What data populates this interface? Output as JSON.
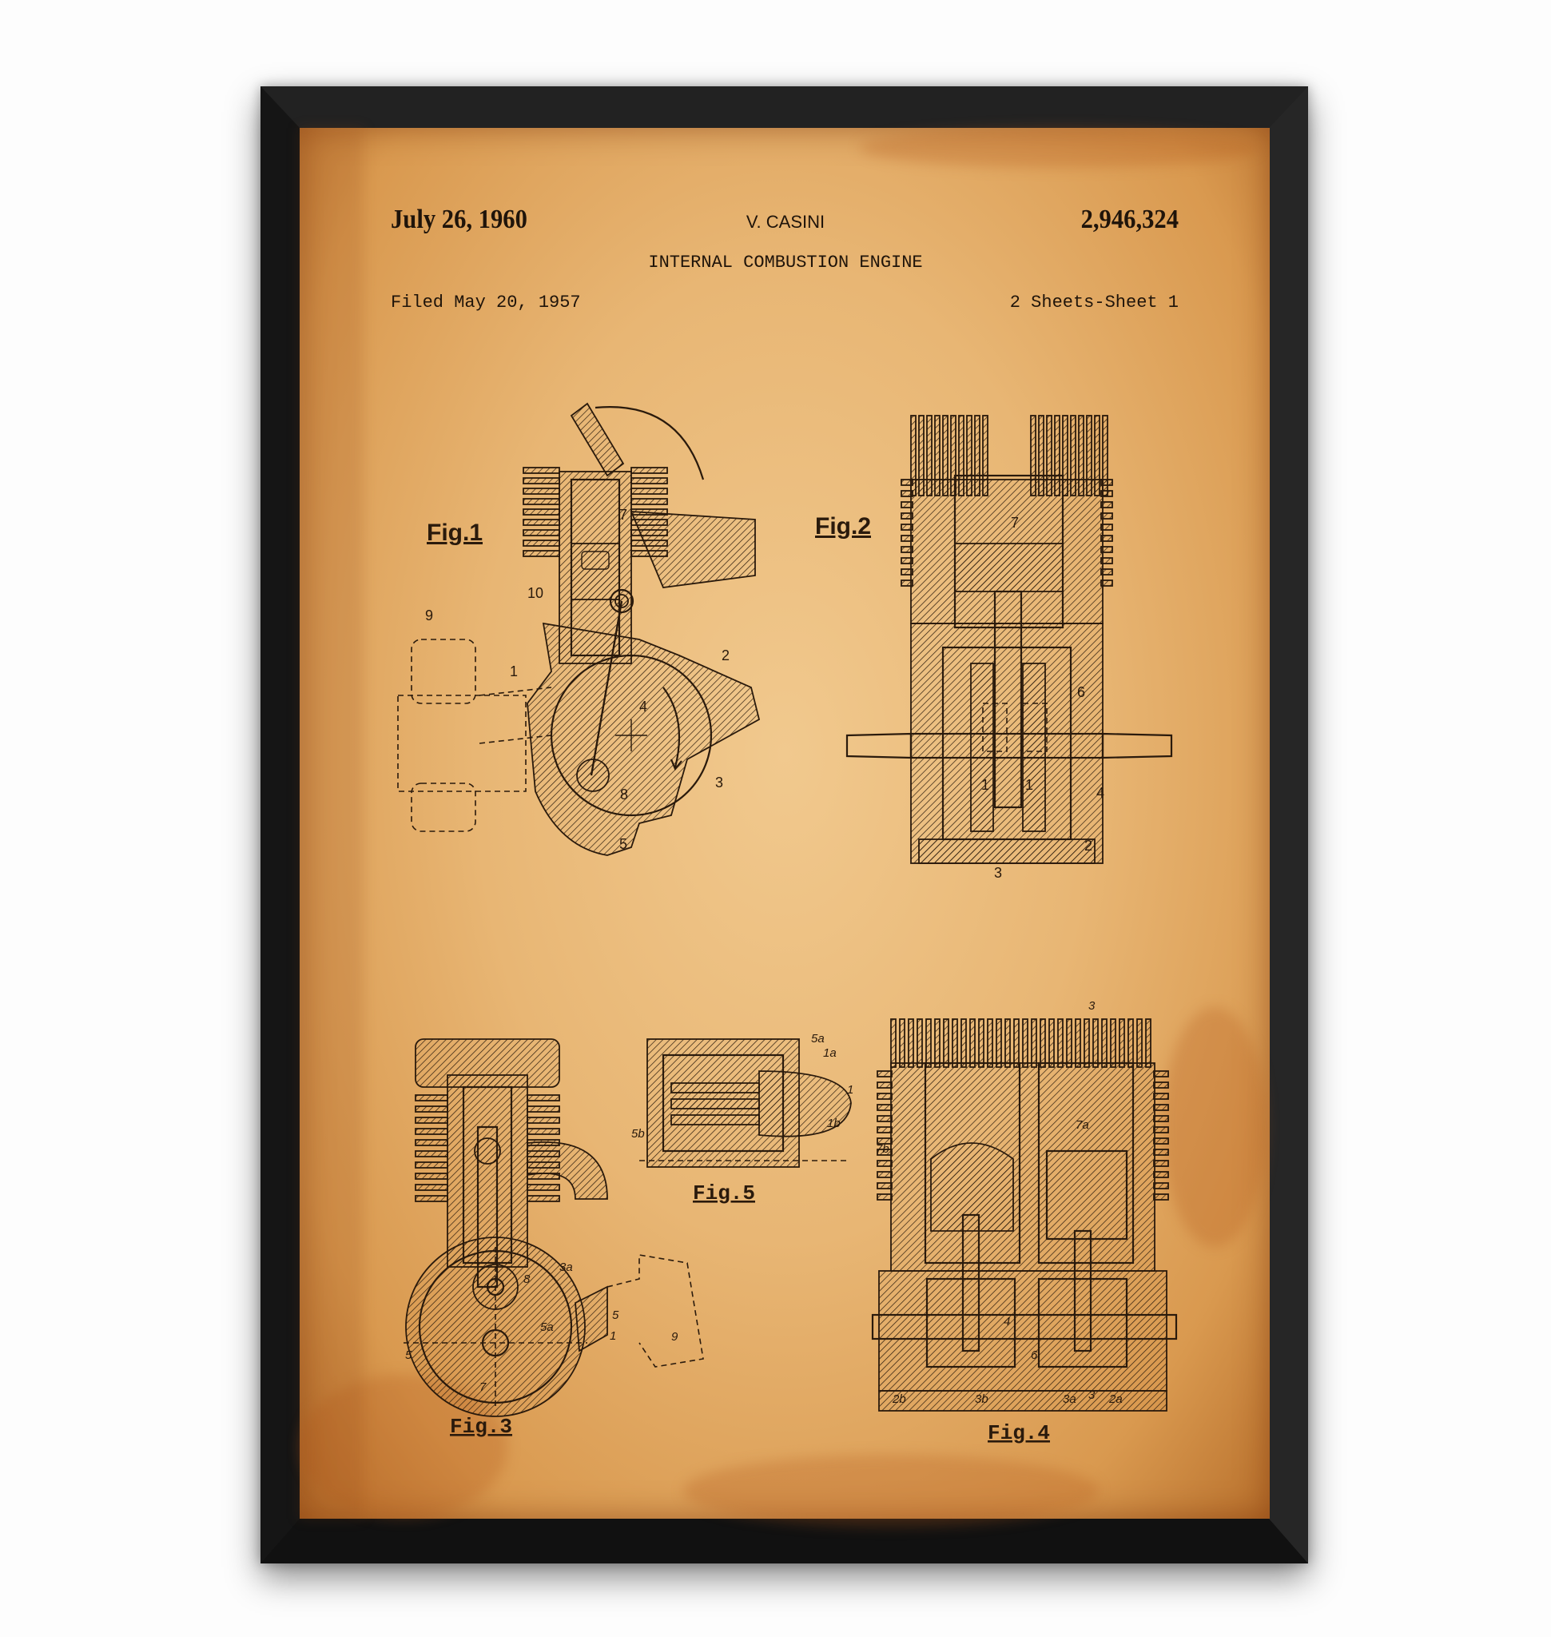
{
  "patent": {
    "date": "July 26, 1960",
    "inventor": "V. CASINI",
    "number": "2,946,324",
    "title": "INTERNAL COMBUSTION ENGINE",
    "filed": "Filed May 20, 1957",
    "sheets": "2 Sheets-Sheet 1"
  },
  "figures": {
    "fig1": {
      "label": "Fig.1",
      "parts": [
        "7",
        "10",
        "9",
        "2",
        "1",
        "4",
        "3",
        "8",
        "5"
      ]
    },
    "fig2": {
      "label": "Fig.2",
      "parts": [
        "7",
        "6",
        "4",
        "1",
        "1",
        "2",
        "3"
      ]
    },
    "fig3": {
      "label": "Fig.3",
      "parts": [
        "3a",
        "8",
        "5",
        "5",
        "5a",
        "1",
        "9",
        "7"
      ]
    },
    "fig4": {
      "label": "Fig.4",
      "parts": [
        "3",
        "7a",
        "7b",
        "4",
        "6",
        "2b",
        "3b",
        "3a",
        "2a",
        "3"
      ]
    },
    "fig5": {
      "label": "Fig.5",
      "parts": [
        "5a",
        "1a",
        "1",
        "1b",
        "5b"
      ]
    }
  },
  "colors": {
    "frame": "#1b1b1b",
    "paper": "#e8b674",
    "ink": "#2a1a0c",
    "background": "#fdfdfd"
  }
}
